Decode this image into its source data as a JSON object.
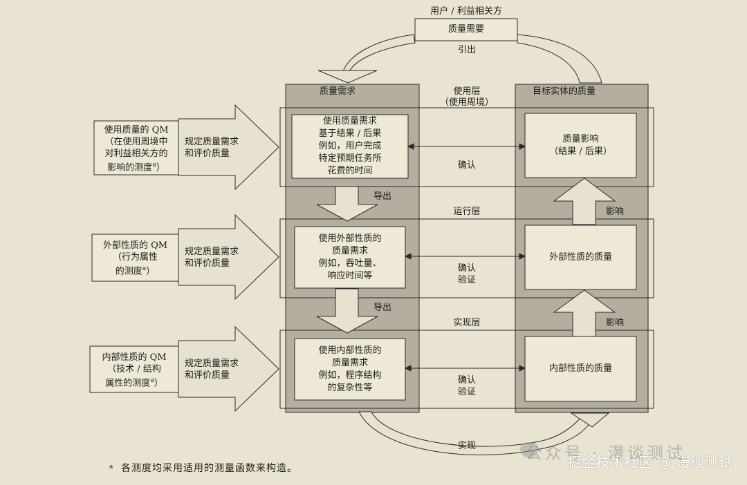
{
  "top": {
    "stakeholder_label": "用户 / 利益相关方",
    "quality_needs": "质量需要",
    "elicit": "引出"
  },
  "columns": {
    "quality_requirements": "质量需求",
    "use_layer": "使用层",
    "use_environment": "（使用周境）",
    "target_entity_quality": "目标实体的质量",
    "operation_layer": "运行层",
    "realization_layer": "实现层"
  },
  "left_measures": {
    "qiu_line1": "使用质量的 QM",
    "qiu_line2": "（在使用周境中",
    "qiu_line3": "对利益相关方的",
    "qiu_line4": "影响的测度",
    "qiu_line4_tail": "）",
    "ext_line1": "外部性质的 QM",
    "ext_line2": "（行为属性",
    "ext_line3": "的测度",
    "ext_line3_tail": "）",
    "int_line1": "内部性质的 QM",
    "int_line2": "（技术 / 结构",
    "int_line3": "属性的测度",
    "int_line3_tail": "）",
    "footnote_mark": "a"
  },
  "arrow_labels": {
    "specify_line1": "规定质量需求",
    "specify_line2": "和评价质量",
    "derive": "导出",
    "confirm": "确认",
    "verify": "验证",
    "influence": "影响",
    "implement": "实现"
  },
  "requirements": {
    "use": "使用质量需求\n基于结果 / 后果\n例如，用户完成\n特定预期任务所\n花费的时间",
    "external": "使用外部性质的\n质量需求\n例如，吞吐量、\n响应时间等",
    "internal": "使用内部性质的\n质量需求\n例如，程序结构\n的复杂性等"
  },
  "qualities": {
    "use": "质量影响\n（结果 / 后果）",
    "external": "外部性质的质量",
    "internal": "内部性质的质量"
  },
  "footnote": {
    "mark": "a",
    "text": "各测度均采用适用的测量函数来构造。"
  },
  "watermark": {
    "faint": "公众号 · 漫谈测试",
    "main": "掘金技术社区 @ 漫谈测试"
  },
  "colors": {
    "background": "#e9e4d1",
    "panel": "#b4ae9f",
    "box": "#ede9d6",
    "stroke": "#2b2924",
    "arrow_light": "#e6e2cf"
  }
}
